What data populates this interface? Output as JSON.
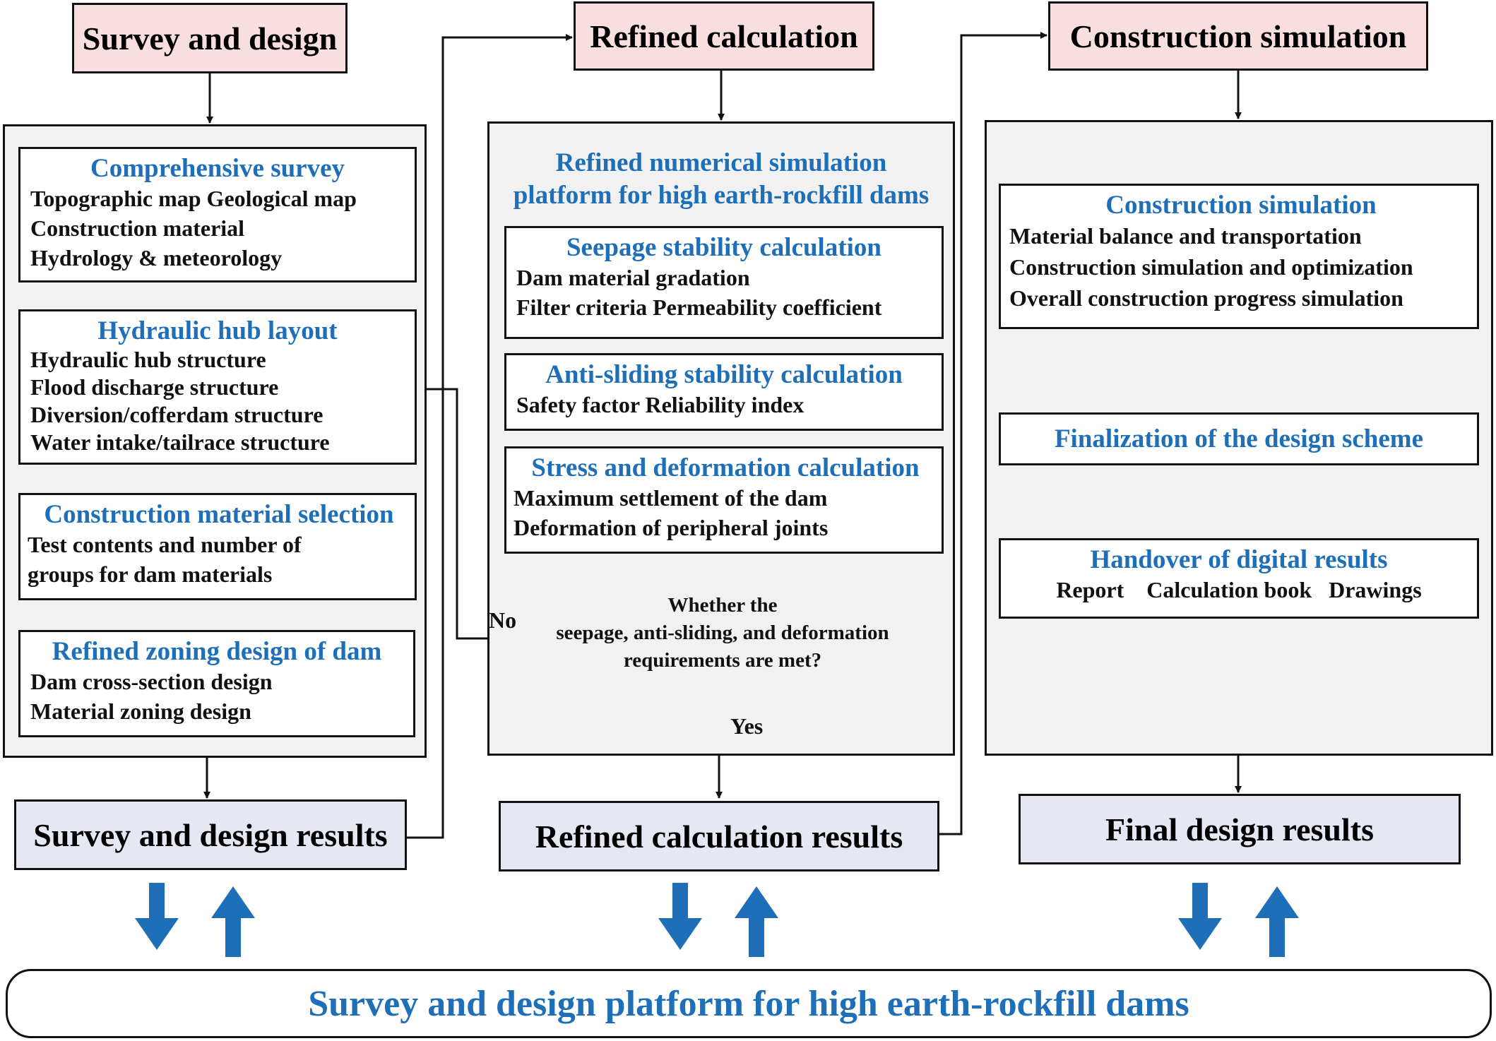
{
  "columns": {
    "survey": {
      "heading": "Survey and design",
      "cards": [
        {
          "title": "Comprehensive survey",
          "lines": [
            "Topographic map  Geological map",
            "Construction material",
            "Hydrology & meteorology"
          ]
        },
        {
          "title": "Hydraulic hub layout",
          "lines": [
            "Hydraulic hub structure",
            "Flood discharge structure",
            "Diversion/cofferdam structure",
            "Water intake/tailrace structure"
          ]
        },
        {
          "title": "Construction material selection",
          "lines": [
            "Test contents and number of",
            "groups for dam materials"
          ]
        },
        {
          "title": "Refined zoning design of dam",
          "lines": [
            "Dam cross-section design",
            "Material zoning design"
          ]
        }
      ],
      "result": "Survey and design results"
    },
    "calc": {
      "heading": "Refined calculation",
      "panel_title": [
        "Refined numerical simulation",
        "platform for high earth-rockfill dams"
      ],
      "cards": [
        {
          "title": "Seepage stability calculation",
          "lines": [
            "Dam material gradation",
            "Filter criteria  Permeability coefficient"
          ]
        },
        {
          "title": "Anti-sliding stability calculation",
          "lines": [
            "Safety factor     Reliability index"
          ]
        },
        {
          "title": "Stress and deformation calculation",
          "lines": [
            "Maximum settlement of the dam",
            "Deformation of peripheral joints"
          ]
        }
      ],
      "decision": [
        "Whether the",
        "seepage, anti-sliding, and deformation",
        "requirements are met?"
      ],
      "no_label": "No",
      "yes_label": "Yes",
      "result": "Refined calculation results"
    },
    "construction": {
      "heading": "Construction simulation",
      "cards": [
        {
          "title": "Construction simulation",
          "lines": [
            "Material balance and transportation",
            "Construction simulation and optimization",
            "Overall construction progress simulation"
          ]
        },
        {
          "title": "Finalization of the design scheme",
          "lines": []
        },
        {
          "title": "Handover of digital results",
          "lines": [
            "Report    Calculation book   Drawings"
          ]
        }
      ],
      "result": "Final design results"
    }
  },
  "platform": "Survey and design platform for high earth-rockfill dams",
  "colors": {
    "heading_fill": "#f8dede",
    "panel_fill": "#f1f1f1",
    "result_fill": "#e5e8f3",
    "accent_blue": "#1f6fb8",
    "line": "#111111"
  },
  "icons": {
    "big_arrow_down": "arrow-down-icon",
    "big_arrow_up": "arrow-up-icon"
  }
}
